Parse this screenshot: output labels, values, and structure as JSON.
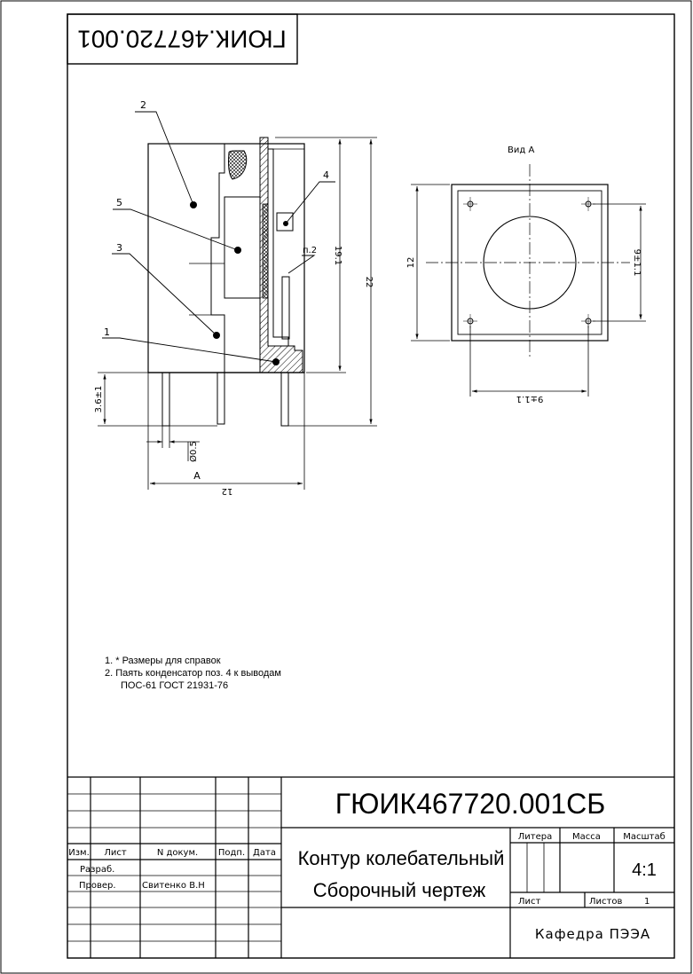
{
  "top_stamp": "ГЮИК.467720.001",
  "view_label": "Вид А",
  "dims": {
    "d191": "19.1",
    "d22": "22",
    "d36": "3.6±1",
    "d05": "Ø0.5",
    "d12_bottom": "12",
    "d12_side": "12",
    "d91_side": "9±1.1",
    "d91_bottom": "9±1.1",
    "label_A": "A",
    "label_p2": "п.2"
  },
  "callouts": [
    "2",
    "5",
    "3",
    "1",
    "4"
  ],
  "notes": [
    "1. * Размеры для справок",
    "2. Паять конденсатор поз. 4 к выводам",
    "ПОС-61 ГОСТ 21931-76"
  ],
  "title_block": {
    "designation": "ГЮИК467720.001СБ",
    "name_line1": "Контур колебательный",
    "name_line2": "Сборочный чертеж",
    "col_izm": "Изм.",
    "col_list": "Лист",
    "col_ndoc": "N докум.",
    "col_podp": "Подп.",
    "col_data": "Дата",
    "razrab": "Разраб.",
    "prover": "Провер.",
    "prover_name": "Свитенко В.Н",
    "litera": "Литера",
    "massa": "Масса",
    "masshtab": "Масштаб",
    "scale": "4:1",
    "list": "Лист",
    "listov": "Листов",
    "listov_value": "1",
    "org": "Кафедра ПЭЭА"
  }
}
